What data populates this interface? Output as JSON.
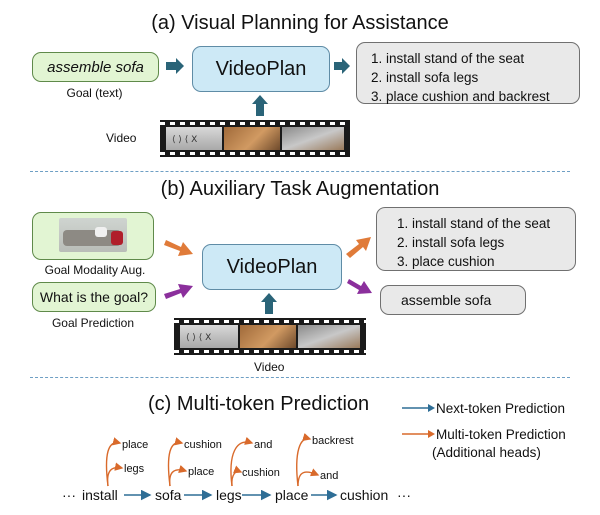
{
  "section_a": {
    "title": "(a) Visual Planning for Assistance",
    "goal_text": "assemble sofa",
    "goal_label": "Goal (text)",
    "model": "VideoPlan",
    "video_label": "Video",
    "plan": [
      "1. install stand of the seat",
      "2. install sofa legs",
      "3. place cushion and backrest"
    ]
  },
  "section_b": {
    "title": "(b) Auxiliary Task Augmentation",
    "goal_modality_label": "Goal Modality Aug.",
    "question": "What is the goal?",
    "goal_prediction_label": "Goal Prediction",
    "model": "VideoPlan",
    "video_label": "Video",
    "plan": [
      "1. install stand of the seat",
      "2. install sofa legs",
      "3. place cushion"
    ],
    "answer": "assemble sofa"
  },
  "section_c": {
    "title": "(c) Multi-token Prediction",
    "legend": {
      "next_token": "Next-token Prediction",
      "multi_token": "Multi-token Prediction",
      "multi_token_sub": "(Additional heads)"
    },
    "sequence": [
      "···",
      "install",
      "sofa",
      "legs",
      "place",
      "cushion",
      "···"
    ],
    "heads": [
      {
        "upper": "place",
        "lower": "legs"
      },
      {
        "upper": "cushion",
        "lower": "place"
      },
      {
        "upper": "and",
        "lower": "cushion"
      },
      {
        "upper": "backrest",
        "lower": "and"
      }
    ]
  },
  "colors": {
    "next_token_arrow": "#2e6e96",
    "multi_token_arrow": "#d96a2b",
    "orange_arrow": "#e07b39",
    "purple_arrow": "#8b2f9c",
    "teal_arrow": "#2a6478",
    "dashed_divider": "#6e9fc4"
  }
}
